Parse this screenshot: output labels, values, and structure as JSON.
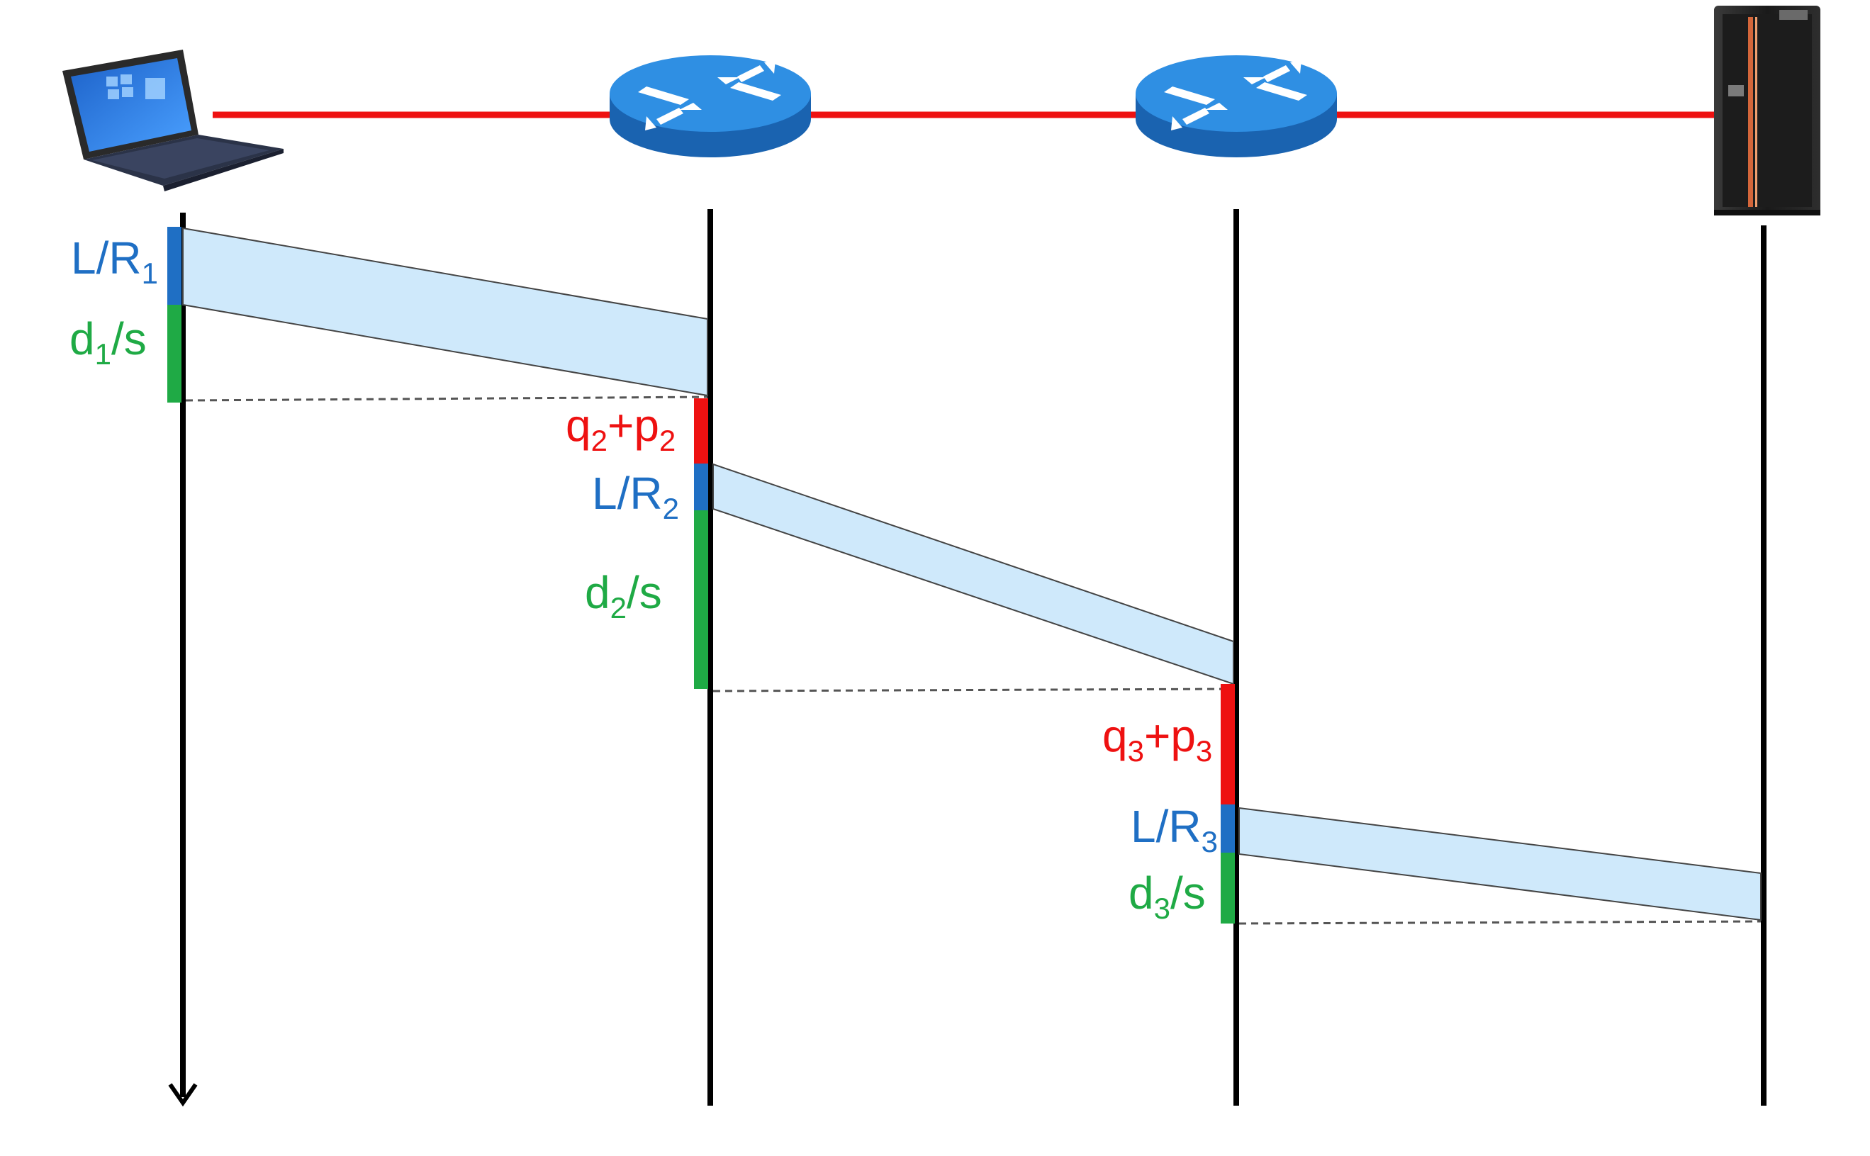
{
  "colors": {
    "link": "#ee1111",
    "transmission": "#1f6fc4",
    "propagation": "#1faa45",
    "queue": "#ee1111",
    "packet_fill": "#cfe9fb",
    "timeline": "#000000",
    "router_body": "#1a6fbf",
    "router_top": "#2f8fe3",
    "server_body": "#222222"
  },
  "nodes": [
    {
      "id": "laptop",
      "icon": "laptop-icon"
    },
    {
      "id": "router1",
      "icon": "router-icon"
    },
    {
      "id": "router2",
      "icon": "router-icon"
    },
    {
      "id": "server",
      "icon": "server-icon"
    }
  ],
  "labels": {
    "trans1": {
      "main": "L/R",
      "sub": "1"
    },
    "prop1": {
      "pre": "d",
      "sub": "1",
      "post": "/s"
    },
    "queue2": {
      "a": "q",
      "a_sub": "2",
      "plus": "+",
      "b": "p",
      "b_sub": "2"
    },
    "trans2": {
      "main": "L/R",
      "sub": "2"
    },
    "prop2": {
      "pre": "d",
      "sub": "2",
      "post": "/s"
    },
    "queue3": {
      "a": "q",
      "a_sub": "3",
      "plus": "+",
      "b": "p",
      "b_sub": "3"
    },
    "trans3": {
      "main": "L/R",
      "sub": "3"
    },
    "prop3": {
      "pre": "d",
      "sub": "3",
      "post": "/s"
    }
  }
}
